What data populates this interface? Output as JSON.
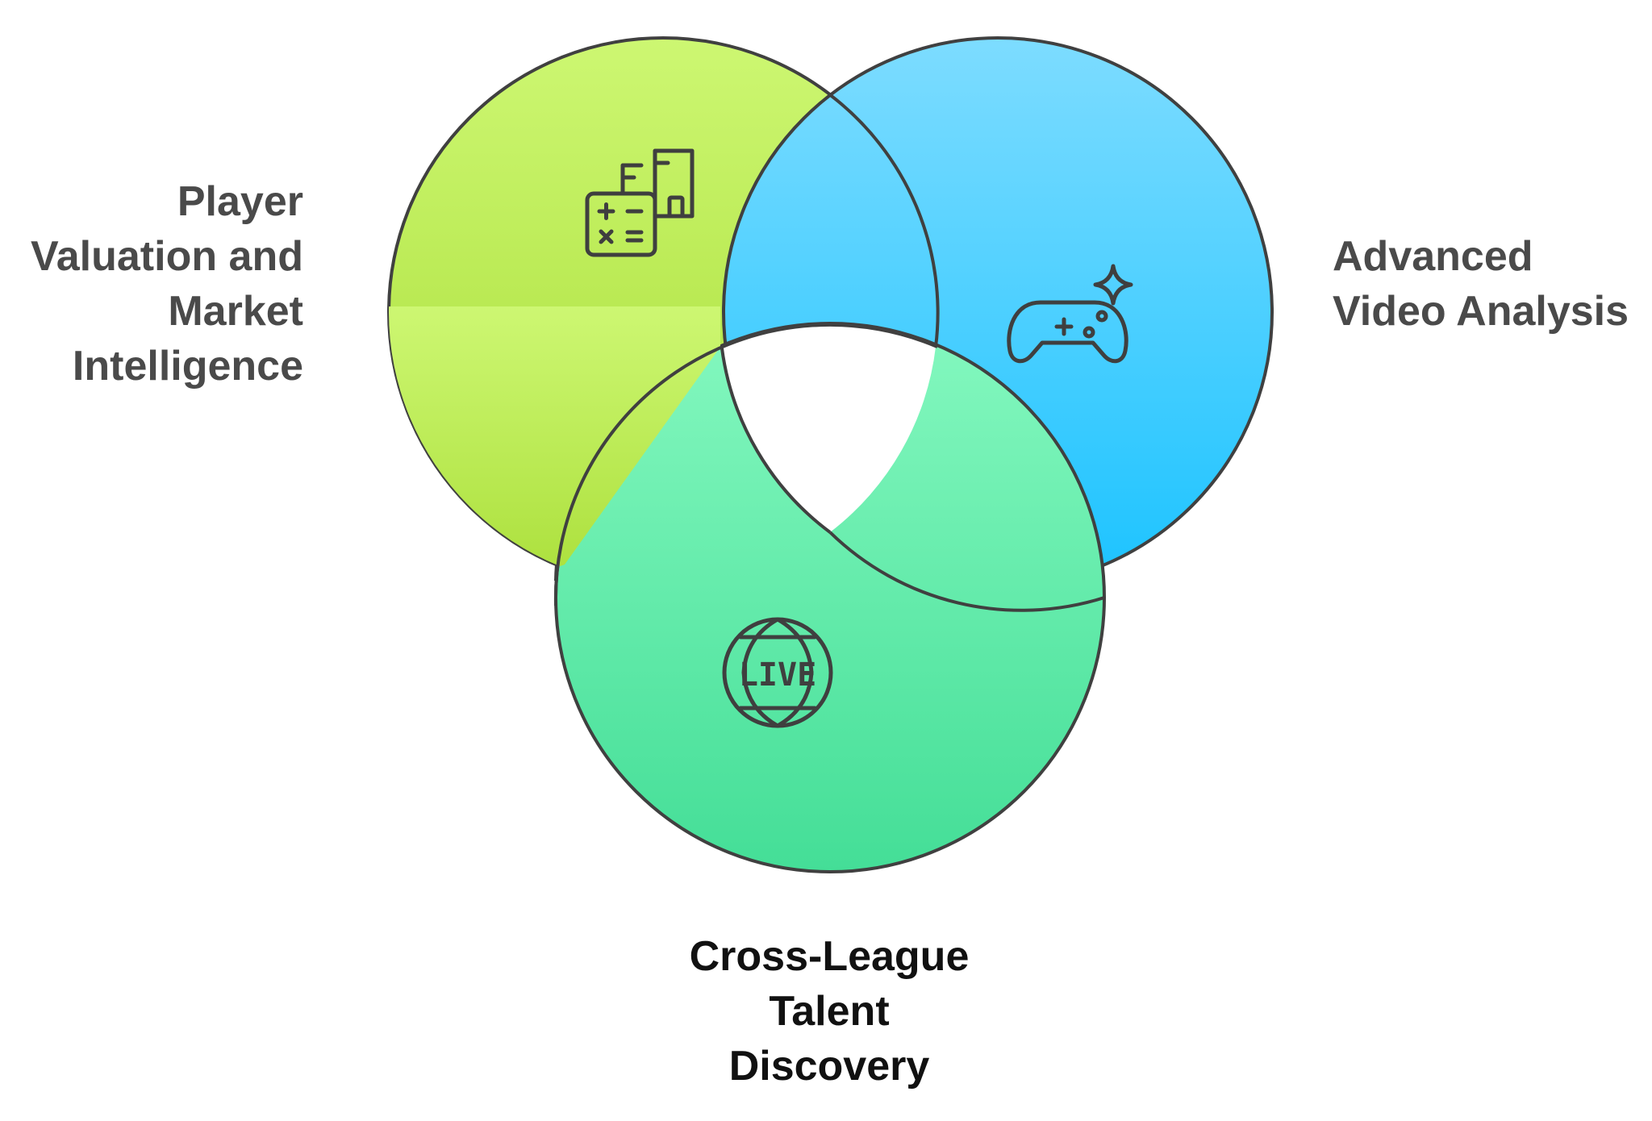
{
  "diagram": {
    "circles": [
      {
        "id": "player-valuation",
        "label_lines": [
          "Player",
          "Valuation and",
          "Market",
          "Intelligence"
        ],
        "icon": "calculator-documents-icon",
        "gradient": [
          "#cdf772",
          "#a6dc33"
        ]
      },
      {
        "id": "video-analysis",
        "label_lines": [
          "Advanced",
          "Video Analysis"
        ],
        "icon": "game-controller-sparkle-icon",
        "gradient": [
          "#7ddcff",
          "#1cc3ff"
        ]
      },
      {
        "id": "talent-discovery",
        "label_lines": [
          "Cross-League",
          "Talent",
          "Discovery"
        ],
        "icon": "live-globe-icon",
        "icon_text": "LIVE",
        "gradient": [
          "#84f8bf",
          "#44de97"
        ]
      }
    ],
    "stroke_color": "#404040"
  }
}
